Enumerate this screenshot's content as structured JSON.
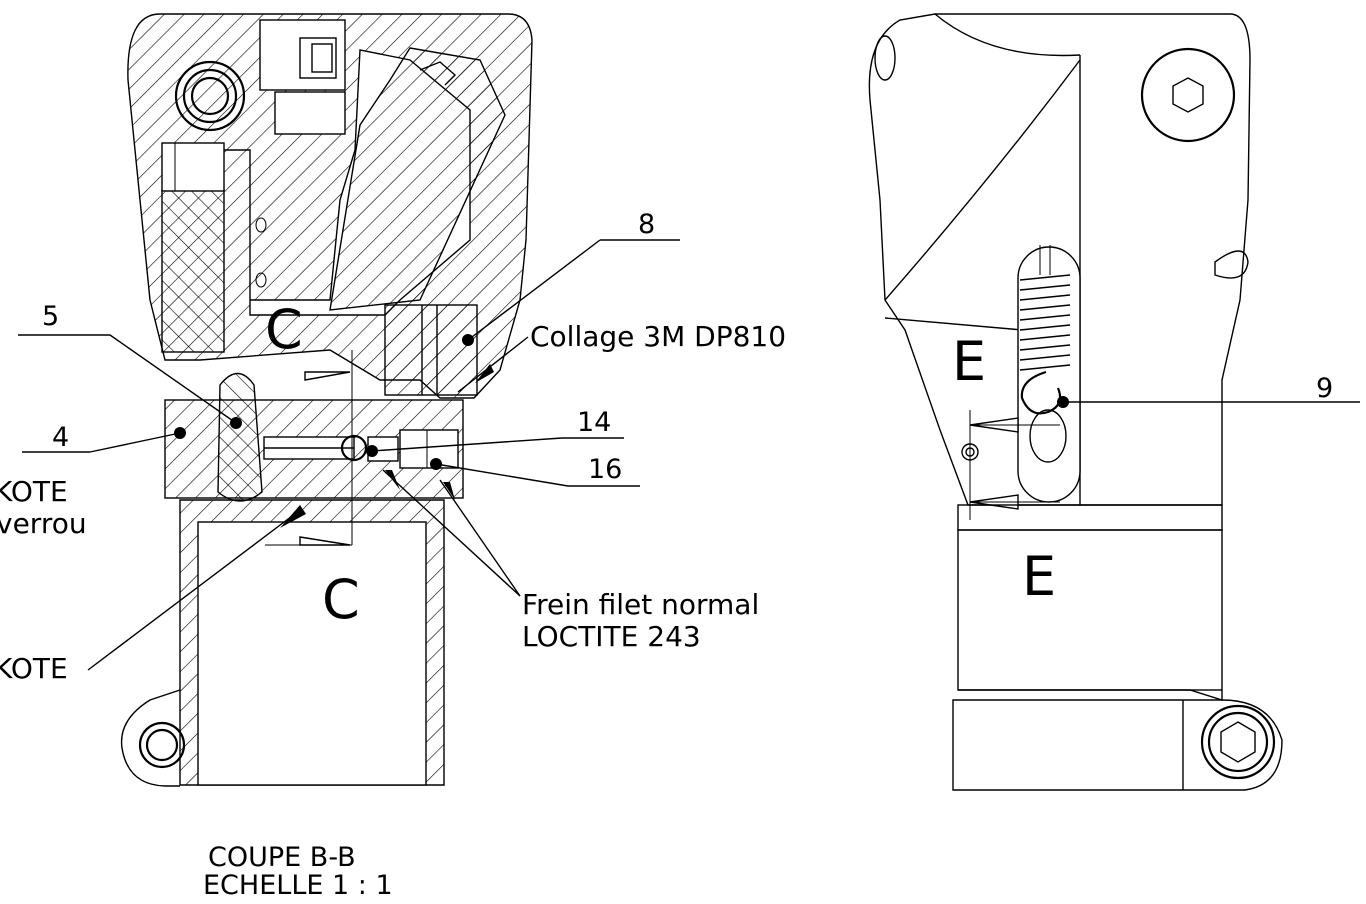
{
  "section_view": {
    "title": "COUPE B-B",
    "scale": "ECHELLE 1 : 1",
    "section_letter": "C",
    "callouts": {
      "item_5": "5",
      "item_4": "4",
      "item_8": "8",
      "item_14": "14",
      "item_16": "16"
    },
    "notes": {
      "collage": "Collage 3M DP810",
      "frein_line1": "Frein filet normal",
      "frein_line2": "LOCTITE 243",
      "kote_line1": "KOTE",
      "kote_line2": "verrou",
      "kote_bottom": "KOTE"
    }
  },
  "side_view": {
    "section_letter": "E",
    "callouts": {
      "item_9": "9"
    }
  },
  "colors": {
    "line": "#000000",
    "background": "#ffffff"
  }
}
